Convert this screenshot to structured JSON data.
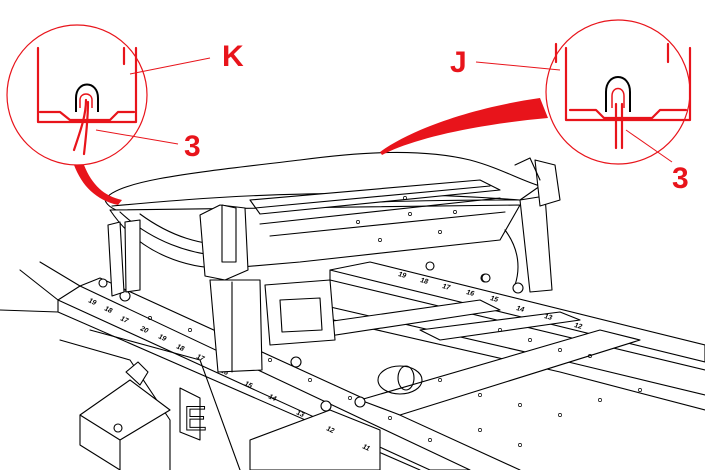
{
  "callouts": {
    "left": {
      "letter": "K",
      "part": "3"
    },
    "right": {
      "letter": "J",
      "part": "3"
    }
  },
  "colors": {
    "accent": "#e8141b",
    "line": "#000000",
    "background": "#ffffff"
  },
  "front_scale": [
    "19",
    "18",
    "17",
    "20",
    "19",
    "18",
    "17",
    "16",
    "15",
    "14",
    "13",
    "12",
    "11"
  ],
  "rear_scale": [
    "19",
    "18",
    "17",
    "16",
    "15",
    "14",
    "13",
    "12"
  ]
}
